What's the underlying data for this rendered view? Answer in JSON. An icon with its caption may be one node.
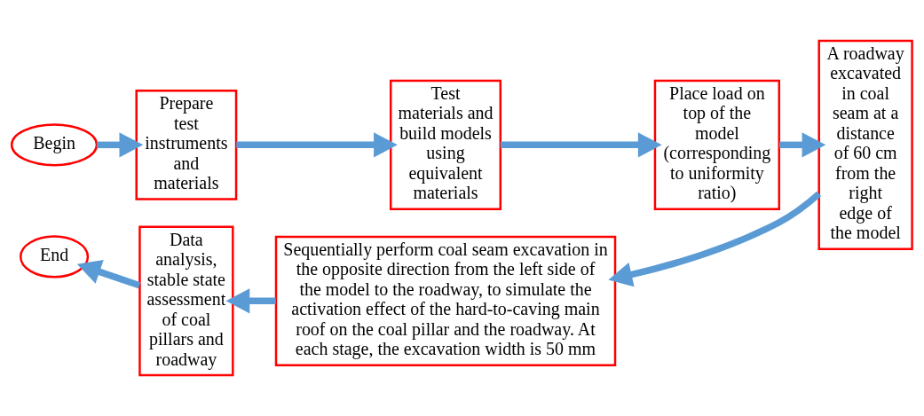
{
  "diagram": {
    "nodes": [
      {
        "text": [
          "Begin"
        ]
      },
      {
        "text": [
          "Prepare test instruments and materials"
        ]
      },
      {
        "text": [
          "Test materials and build models using equivalent materials"
        ]
      },
      {
        "text": [
          "Place load on top of the model (corresponding to uniformity ratio)"
        ]
      },
      {
        "text": [
          "A roadway excavated in coal seam at a distance of 60 cm from the right edge of the model"
        ]
      },
      {
        "text": [
          "Sequentially perform coal seam excavation in the opposite direction from the left side of the model to the roadway, to simulate the activation effect of the hard-to-caving main roof on the coal pillar and the roadway. At each stage, the excavation width is 50 mm"
        ]
      },
      {
        "text": [
          "Data analysis, stable state assessment of coal pillars and roadway"
        ]
      },
      {
        "text": [
          "End"
        ]
      }
    ],
    "edges": [
      {
        "from": 0,
        "to": 1,
        "arrow": "to"
      },
      {
        "from": 1,
        "to": 2,
        "arrow": "to"
      },
      {
        "from": 2,
        "to": 3,
        "arrow": "to"
      },
      {
        "from": 3,
        "to": 4,
        "arrow": "to"
      },
      {
        "from": 4,
        "to": 5,
        "arrow": "to"
      },
      {
        "from": 5,
        "to": 6,
        "arrow": "to"
      },
      {
        "from": 6,
        "to": 7,
        "arrow": "to"
      }
    ]
  }
}
